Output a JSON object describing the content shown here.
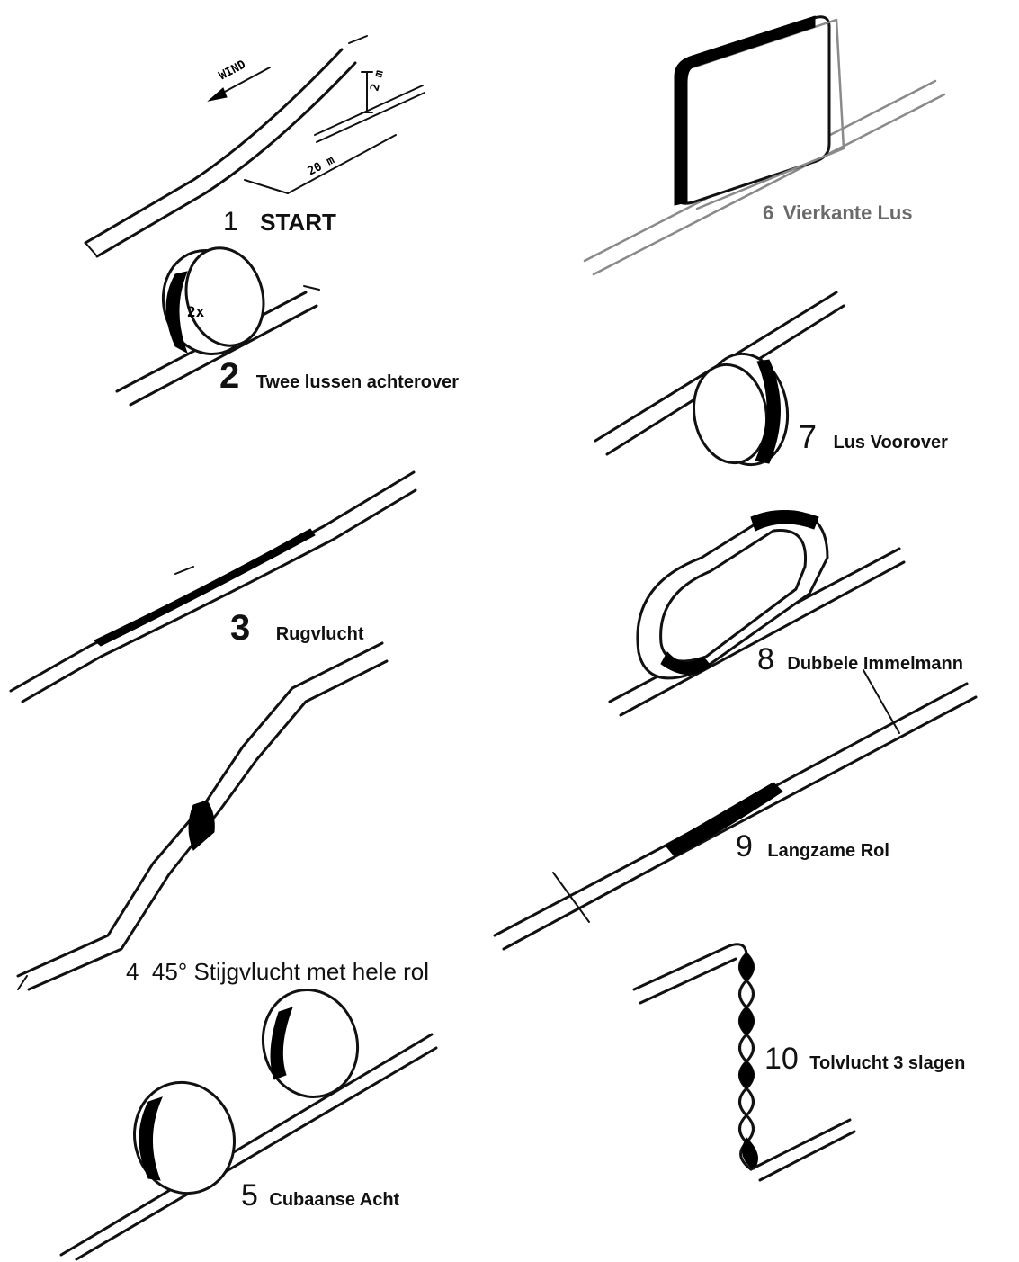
{
  "figures": [
    {
      "number": "1",
      "name": "START"
    },
    {
      "number": "2",
      "name": "Twee lussen achterover"
    },
    {
      "number": "3",
      "name": "Rugvlucht"
    },
    {
      "number": "4",
      "name": "45° Stijgvlucht met hele rol"
    },
    {
      "number": "5",
      "name": "Cubaanse Acht"
    },
    {
      "number": "6",
      "name": "Vierkante Lus"
    },
    {
      "number": "7",
      "name": "Lus Voorover"
    },
    {
      "number": "8",
      "name": "Dubbele Immelmann"
    },
    {
      "number": "9",
      "name": "Langzame Rol"
    },
    {
      "number": "10",
      "name": "Tolvlucht 3 slagen"
    }
  ],
  "annotations": {
    "wind": "WIND",
    "height": "2 m",
    "distance": "20 m",
    "loops_count": "2x"
  }
}
